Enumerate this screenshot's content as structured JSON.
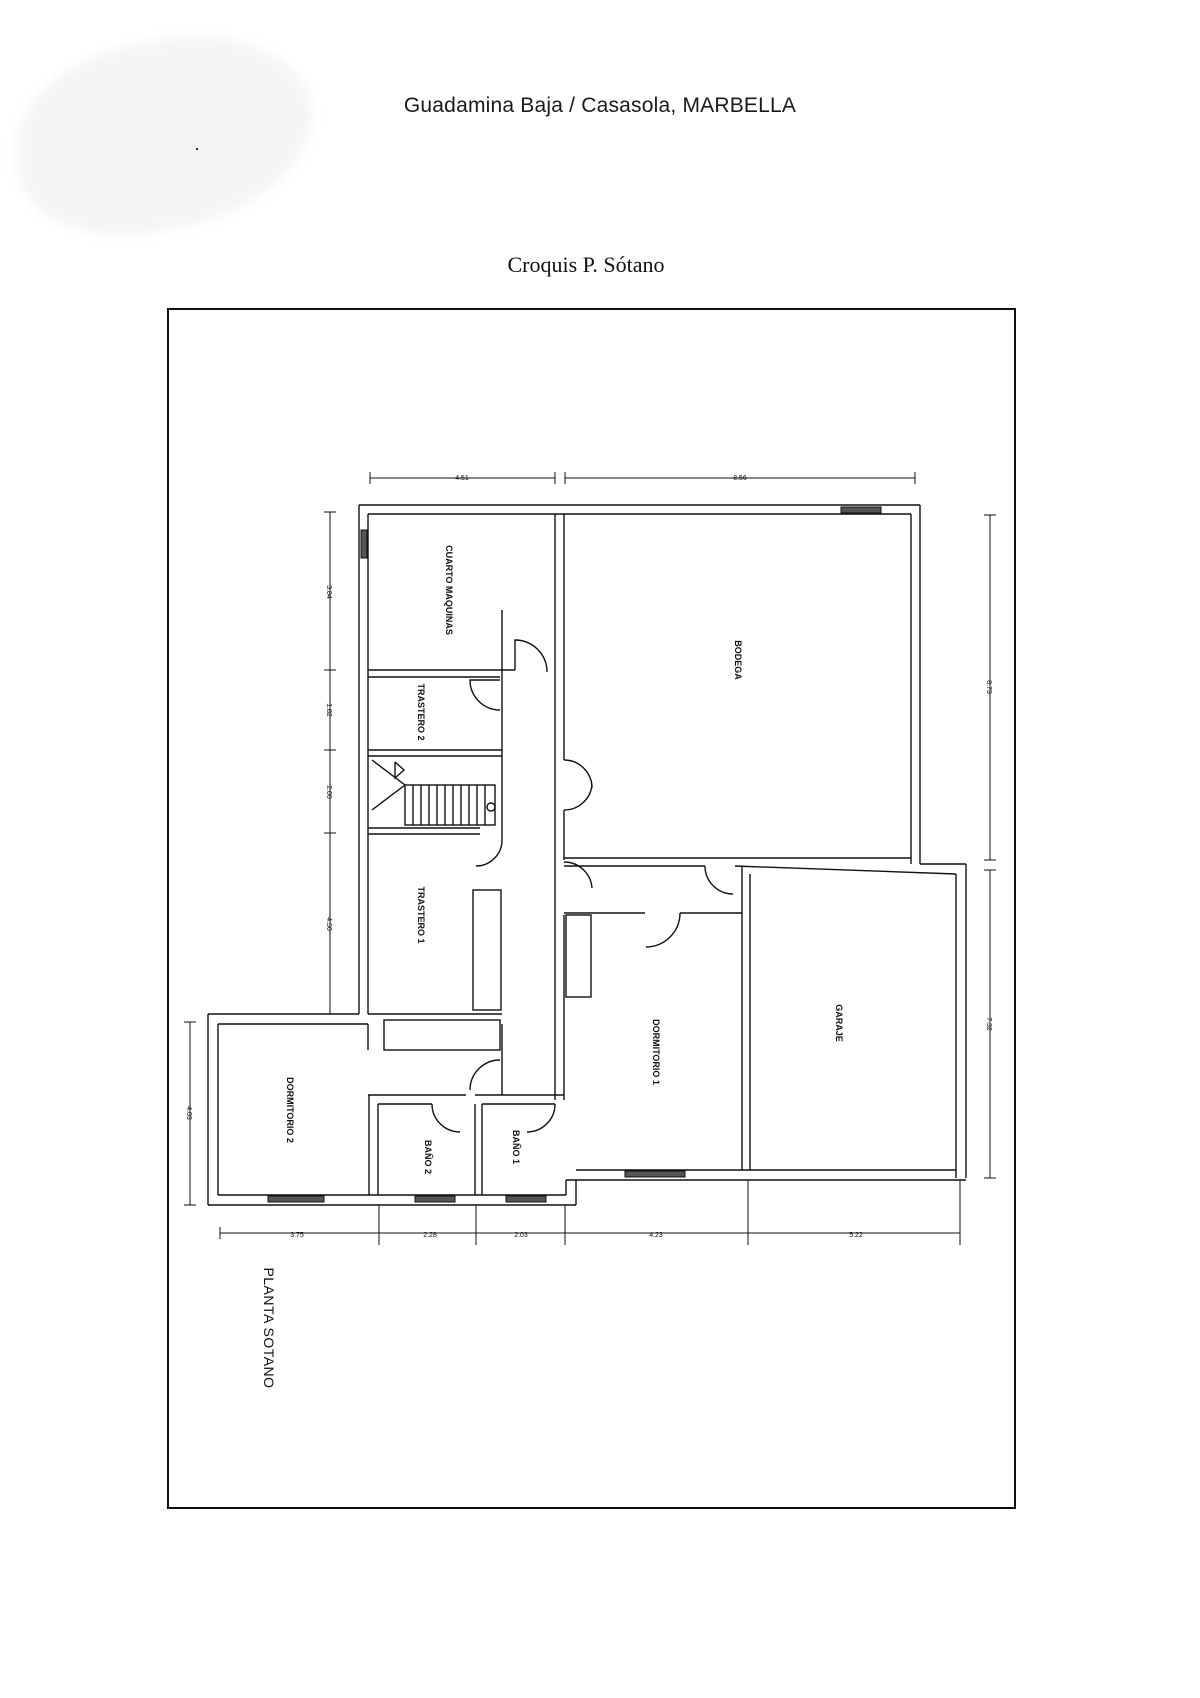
{
  "header": {
    "title": "Guadamina Baja / Casasola, MARBELLA"
  },
  "subtitle": "Croquis P. Sótano",
  "plan": {
    "caption": "PLANTA SOTANO",
    "rooms": {
      "cuarto_maquinas": "CUARTO MAQUINAS",
      "trastero_2": "TRASTERO 2",
      "bodega": "BODEGA",
      "trastero_1": "TRASTERO 1",
      "dormitorio_1": "DORMITORIO 1",
      "garaje": "GARAJE",
      "dormitorio_2": "DORMITORIO 2",
      "bano_2": "BAÑO 2",
      "bano_1": "BAÑO 1"
    },
    "dims": {
      "top_1": "4.51",
      "top_2": "8.56",
      "left_1": "3.84",
      "left_2": "1.82",
      "left_3": "2.00",
      "left_4": "4.50",
      "left_low": "4.03",
      "right_1": "8.73",
      "right_2": "7.32",
      "bottom_1": "3.75",
      "bottom_2": "2.28",
      "bottom_3": "2.03",
      "bottom_4": "4.23",
      "bottom_5": "5.22"
    }
  }
}
